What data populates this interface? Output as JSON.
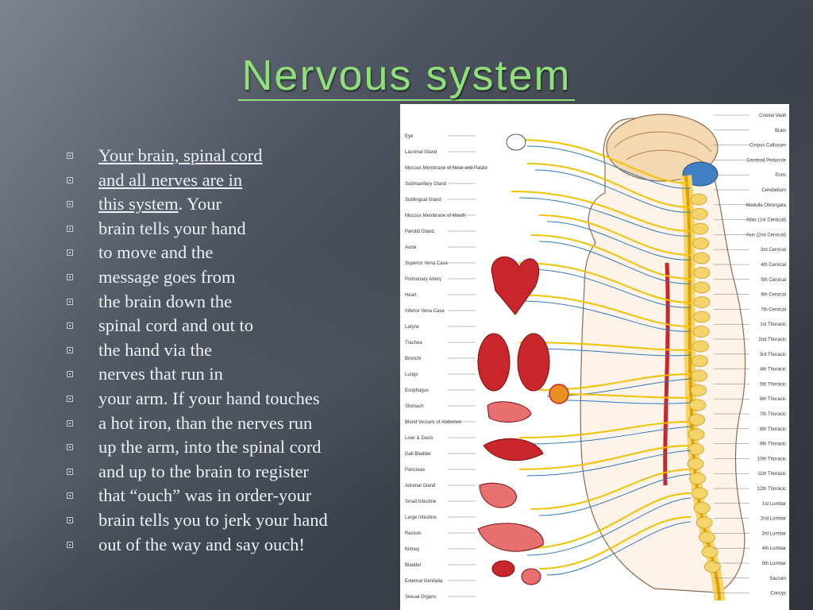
{
  "slide": {
    "title": "Nervous system",
    "bullets": [
      {
        "pre_link": "",
        "link": "Your brain, spinal cord",
        "post": ""
      },
      {
        "pre_link": "",
        "link": "and all nerves are in",
        "post": ""
      },
      {
        "pre_link": "",
        "link": "this system",
        "post": ". Your"
      },
      {
        "pre_link": "",
        "link": "",
        "post": "brain tells your hand"
      },
      {
        "pre_link": "",
        "link": "",
        "post": "to move and the"
      },
      {
        "pre_link": "",
        "link": "",
        "post": "message goes from"
      },
      {
        "pre_link": "",
        "link": "",
        "post": "the brain down the"
      },
      {
        "pre_link": "",
        "link": "",
        "post": "spinal cord and out to"
      },
      {
        "pre_link": "",
        "link": "",
        "post": "the hand via the"
      },
      {
        "pre_link": "",
        "link": "",
        "post": "nerves that run in"
      },
      {
        "pre_link": "",
        "link": "",
        "post": "your arm. If your hand touches"
      },
      {
        "pre_link": "",
        "link": "",
        "post": "a hot iron, than the nerves run"
      },
      {
        "pre_link": "",
        "link": "",
        "post": "up the arm, into the spinal cord"
      },
      {
        "pre_link": "",
        "link": "",
        "post": "and up to the brain to register"
      },
      {
        "pre_link": "",
        "link": "",
        "post": "that “ouch” was in order-your"
      },
      {
        "pre_link": "",
        "link": "",
        "post": "brain tells you to jerk your hand"
      },
      {
        "pre_link": "",
        "link": "",
        "post": "out of the way and say ouch!"
      }
    ]
  },
  "figure": {
    "icon": "nervous-system-diagram",
    "left_labels": [
      "Eye",
      "Lacrimal Gland",
      "Mucous Membrane of Nose and Palate",
      "Submaxillary Gland",
      "Sublingual Gland",
      "Mucous Membrane of Mouth",
      "Parotid Gland",
      "Aorta",
      "Superior Vena Cava",
      "Pulmonary Artery",
      "Heart",
      "Inferior Vena Cava",
      "Larynx",
      "Trachea",
      "Bronchi",
      "Lungs",
      "Esophagus",
      "Stomach",
      "Blood Vessels of Abdomen",
      "Liver & Ducts",
      "Gall Bladder",
      "Pancreas",
      "Adrenal Gland",
      "Small Intestine",
      "Large Intestine",
      "Rectum",
      "Kidney",
      "Bladder",
      "External Genitalia",
      "Sexual Organs"
    ],
    "right_labels": [
      "Cranial Vault",
      "Brain",
      "Corpus Callosum",
      "Cerebral Peduncle",
      "Pons",
      "Cerebellum",
      "Medulla Oblongata",
      "Atlas (1st Cervical)",
      "Axis (2nd Cervical)",
      "3rd Cervical",
      "4th Cervical",
      "5th Cervical",
      "6th Cervical",
      "7th Cervical",
      "1st Thoracic",
      "2nd Thoracic",
      "3rd Thoracic",
      "4th Thoracic",
      "5th Thoracic",
      "6th Thoracic",
      "7th Thoracic",
      "8th Thoracic",
      "9th Thoracic",
      "10th Thoracic",
      "11th Thoracic",
      "12th Thoracic",
      "1st Lumbar",
      "2nd Lumbar",
      "3rd Lumbar",
      "4th Lumbar",
      "5th Lumbar",
      "Sacrum",
      "Coccyx"
    ],
    "colors": {
      "nerve": "#f2c200",
      "spine": "#f5d46a",
      "organ": "#c8262a",
      "vessel": "#2b78c2"
    }
  }
}
